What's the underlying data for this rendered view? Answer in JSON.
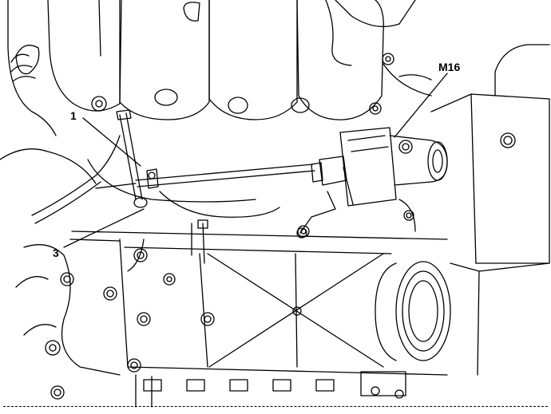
{
  "labels": {
    "part_1": "1",
    "part_3": "3",
    "part_m16": "M16"
  },
  "colors": {
    "line": "#000000",
    "background": "#ffffff"
  }
}
